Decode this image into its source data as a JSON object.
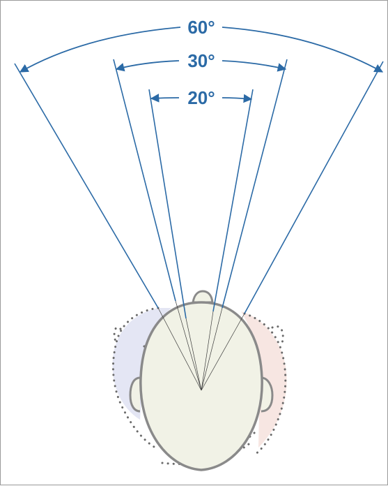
{
  "angles": {
    "wide": {
      "label": "60°",
      "degrees": 60
    },
    "medium": {
      "label": "30°",
      "degrees": 30
    },
    "narrow": {
      "label": "20°",
      "degrees": 20
    }
  },
  "colors": {
    "ray": "#2b6aa6",
    "label": "#2b6aa6",
    "head_fill": "#f1f2e6",
    "head_stroke": "#8a8a8a",
    "shadow_left": "#e4e6f4",
    "shadow_right": "#f7e6e2",
    "dotted": "#6a6a6a"
  }
}
